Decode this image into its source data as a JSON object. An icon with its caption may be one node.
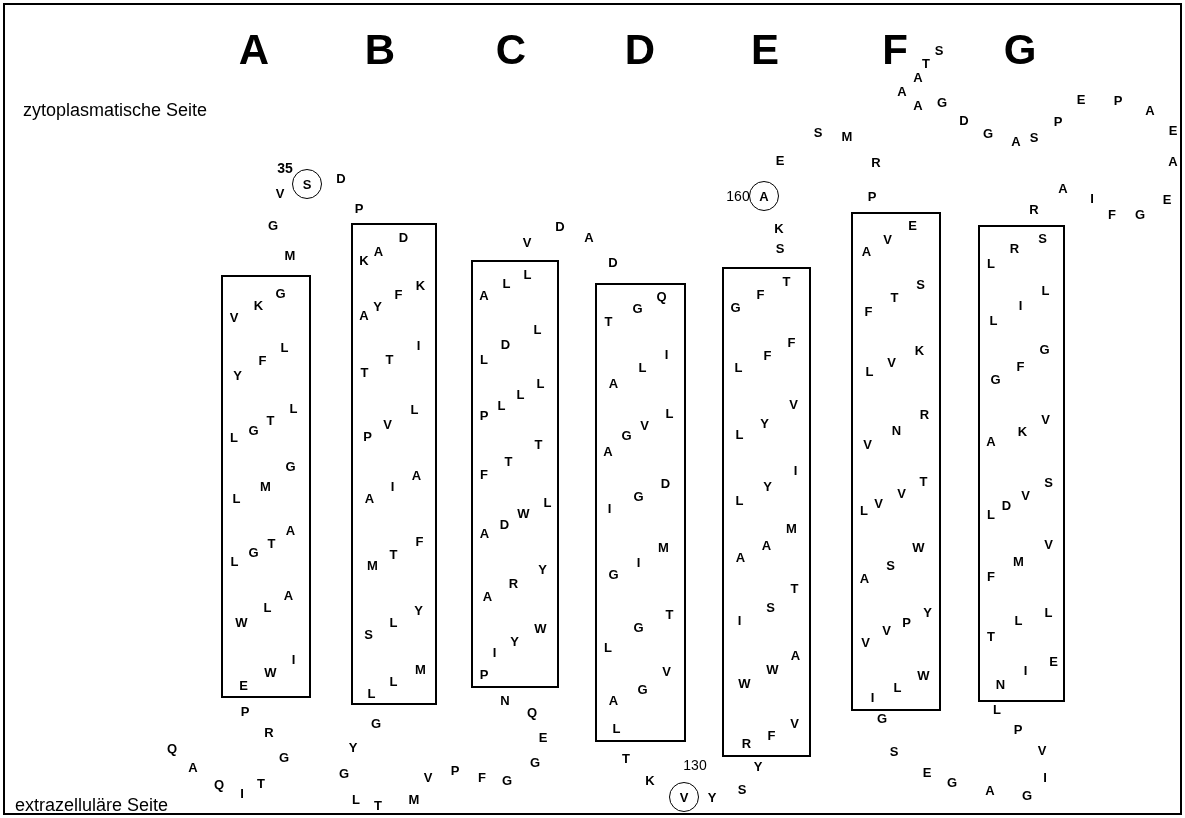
{
  "diagram": {
    "nodes": [
      {
        "text": [
          "V",
          "K",
          "G",
          "Y",
          "F",
          "L",
          "L",
          "G",
          "T",
          "L",
          "L",
          "M",
          "G",
          "L",
          "G",
          "T",
          "A",
          "W",
          "L",
          "A",
          "E",
          "W",
          "I"
        ]
      },
      {
        "text": [
          "K",
          "A",
          "D",
          "A",
          "Y",
          "F",
          "K",
          "T",
          "T",
          "I",
          "P",
          "V",
          "L",
          "A",
          "I",
          "A",
          "M",
          "T",
          "F",
          "S",
          "L",
          "Y",
          "L",
          "L",
          "M"
        ]
      },
      {
        "text": [
          "A",
          "L",
          "L",
          "L",
          "D",
          "L",
          "P",
          "L",
          "L",
          "L",
          "F",
          "T",
          "T",
          "A",
          "D",
          "W",
          "L",
          "A",
          "R",
          "Y",
          "P",
          "I",
          "Y",
          "W"
        ]
      },
      {
        "text": [
          "T",
          "G",
          "Q",
          "A",
          "L",
          "I",
          "A",
          "G",
          "V",
          "L",
          "I",
          "G",
          "D",
          "G",
          "I",
          "M",
          "L",
          "G",
          "T",
          "A",
          "G",
          "V",
          "L"
        ]
      },
      {
        "text": [
          "G",
          "F",
          "T",
          "L",
          "F",
          "F",
          "L",
          "Y",
          "V",
          "L",
          "Y",
          "I",
          "A",
          "A",
          "M",
          "I",
          "S",
          "T",
          "W",
          "W",
          "A",
          "R",
          "F",
          "V"
        ]
      },
      {
        "text": [
          "A",
          "V",
          "E",
          "F",
          "T",
          "S",
          "L",
          "V",
          "K",
          "V",
          "N",
          "R",
          "L",
          "V",
          "V",
          "T",
          "A",
          "S",
          "W",
          "V",
          "V",
          "P",
          "Y",
          "I",
          "L",
          "W"
        ]
      },
      {
        "text": [
          "L",
          "R",
          "S",
          "L",
          "I",
          "L",
          "G",
          "F",
          "G",
          "A",
          "K",
          "V",
          "L",
          "D",
          "V",
          "S",
          "F",
          "M",
          "V",
          "T",
          "L",
          "L",
          "N",
          "I",
          "E"
        ]
      },
      {
        "text": [
          "S"
        ],
        "beside": [
          "35"
        ]
      },
      {
        "text": [
          "A"
        ],
        "beside": [
          "160"
        ]
      },
      {
        "text": [
          "V"
        ],
        "beside": [
          "130"
        ]
      }
    ],
    "labels": [
      "A",
      "B",
      "C",
      "D",
      "E",
      "F",
      "G",
      "zytoplasmatische Seite",
      "T",
      "S",
      "A",
      "A",
      "A",
      "G",
      "E",
      "P",
      "A",
      "D",
      "P",
      "S",
      "M",
      "G",
      "A",
      "S",
      "E",
      "E",
      "R",
      "A",
      "D",
      "V",
      "P",
      "A",
      "I",
      "E",
      "P",
      "R",
      "F",
      "G",
      "G",
      "D",
      "K",
      "V",
      "A",
      "M",
      "D",
      "S",
      "P",
      "N",
      "Q",
      "L",
      "R",
      "G",
      "G",
      "P",
      "Q",
      "Y",
      "E",
      "S",
      "V",
      "G",
      "G",
      "T",
      "A",
      "Q",
      "T",
      "G",
      "V",
      "P",
      "F",
      "G",
      "K",
      "Y",
      "E",
      "G",
      "I",
      "I",
      "L",
      "T",
      "M",
      "Y",
      "S",
      "A",
      "G",
      "extrazelluläre Seite"
    ]
  }
}
